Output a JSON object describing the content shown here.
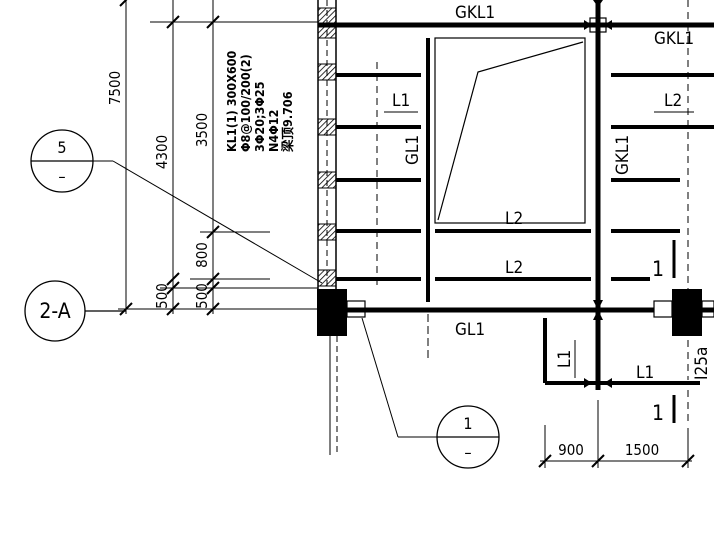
{
  "dimensions_left": [
    "7500",
    "4300",
    "3500",
    "800",
    "500",
    "500"
  ],
  "dimensions_bottom": [
    "900",
    "1500"
  ],
  "beam_labels": {
    "gkl1_top": "GKL1",
    "gkl1_top_right": "GKL1",
    "gkl1_vertical": "GKL1",
    "gl1_vertical": "GL1",
    "gl1_bottom": "GL1",
    "l1_upper": "L1",
    "l1_lower": "L1",
    "l1_vertical": "L1",
    "l2_right_upper": "L2",
    "l2_center": "L2",
    "l2_lower": "L2",
    "i25a": "I25a"
  },
  "column_annotation": [
    "KL1(1) 300X600",
    "Φ8@100/200(2)",
    "3Φ20;3Φ25",
    "N4Φ12",
    "梁顶9.706"
  ],
  "grid_axis": "2-A",
  "detail_callouts": [
    {
      "number": "5",
      "sheet": "–"
    },
    {
      "number": "1",
      "sheet": "–"
    }
  ],
  "section_marks": [
    "1",
    "1"
  ]
}
